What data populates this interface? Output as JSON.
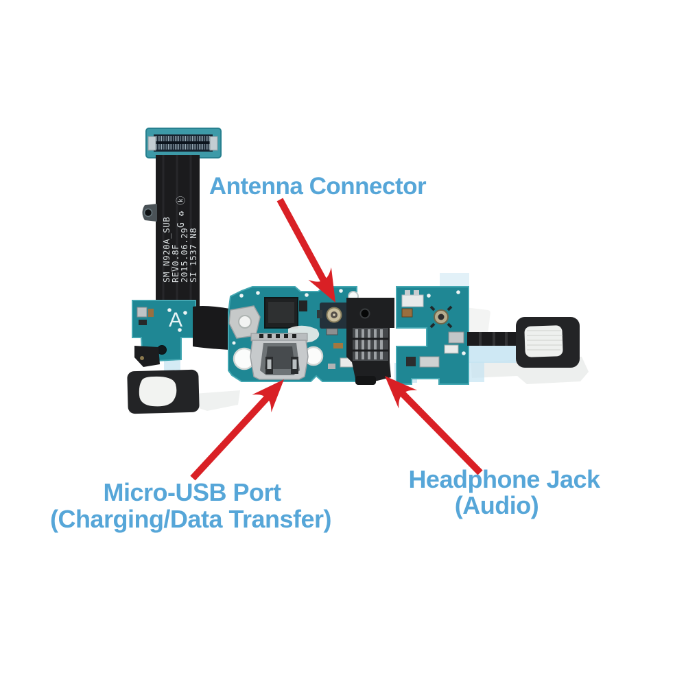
{
  "annotations": {
    "antenna": {
      "label": "Antenna Connector"
    },
    "micro_usb": {
      "label_line1": "Micro-USB Port",
      "label_line2": "(Charging/Data Transfer)"
    },
    "headphone": {
      "label_line1": "Headphone Jack",
      "label_line2": "(Audio)"
    }
  },
  "pcb_markings": {
    "model": "SM_N920A_SUB",
    "revision": "REV0.8F",
    "date": "2015.06.29",
    "lot_code": "SI 1537   N8",
    "cert_marks": "G ♻ ⓚ",
    "position_marker": "A"
  },
  "colors": {
    "label_blue": "#56a6d8",
    "arrow_red": "#d92025",
    "pcb_teal": "#1f8794",
    "pcb_teal_light": "#43a7b2",
    "flex_black": "#1b1b1d",
    "film_blue": "#c5e4f2",
    "metal_silver": "#c7cacc",
    "background": "#ffffff"
  }
}
